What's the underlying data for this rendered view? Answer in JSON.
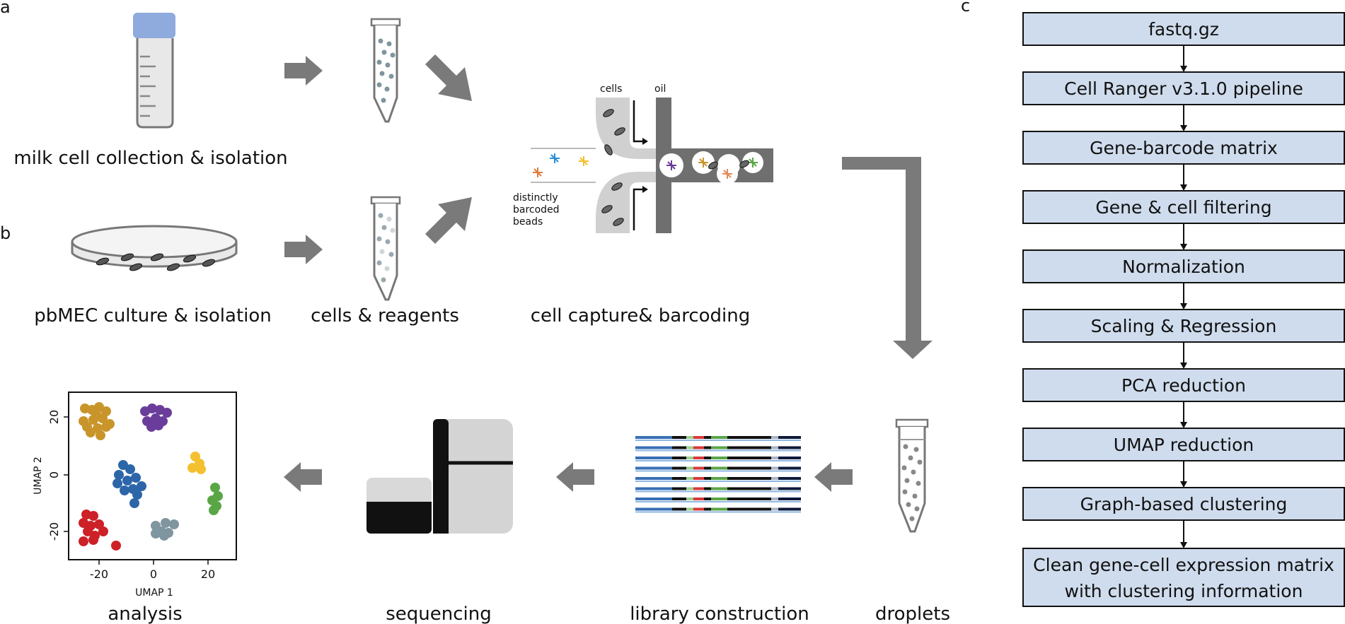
{
  "panels": {
    "a": "a",
    "b": "b",
    "c": "c"
  },
  "captions": {
    "milk": "milk cell collection & isolation",
    "pbmec": "pbMEC culture & isolation",
    "reagents": "cells & reagents",
    "capture": "cell capture& barcoding",
    "droplets": "droplets",
    "library": "library construction",
    "sequencing": "sequencing",
    "analysis": "analysis"
  },
  "microfluidics": {
    "cells": "cells",
    "oil": "oil",
    "beads_line1": "distinctly",
    "beads_line2": "barcoded",
    "beads_line3": "beads"
  },
  "umap": {
    "xlabel": "UMAP 1",
    "ylabel": "UMAP 2",
    "xticks": [
      "-20",
      "0",
      "20"
    ],
    "yticks": [
      "20",
      "0",
      "-20"
    ]
  },
  "pipeline": [
    "fastq.gz",
    "Cell Ranger v3.1.0 pipeline",
    "Gene-barcode matrix",
    "Gene & cell filtering",
    "Normalization",
    "Scaling & Regression",
    "PCA reduction",
    "UMAP reduction",
    "Graph-based clustering"
  ],
  "pipeline_last": {
    "line1": "Clean gene-cell expression matrix",
    "line2": "with clustering information"
  },
  "colors": {
    "box_fill": "#cfdced",
    "arrow": "#7a7a7a",
    "cap_blue": "#8faadc",
    "cluster_gold": "#c9952b",
    "cluster_purple": "#6a3d9a",
    "cluster_blue": "#2c66a8",
    "cluster_yellow": "#f5c02f",
    "cluster_green": "#5aa646",
    "cluster_red": "#cc2127",
    "cluster_gray": "#7f95a0"
  }
}
